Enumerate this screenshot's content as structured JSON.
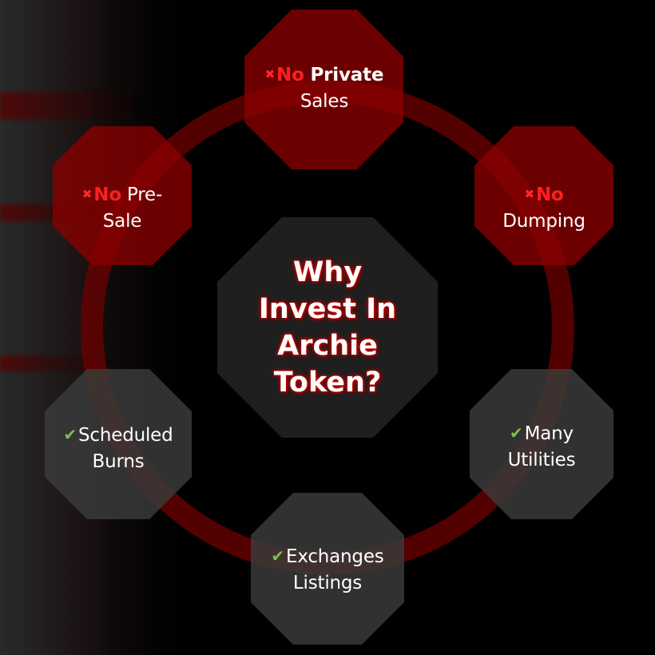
{
  "center": {
    "lines": [
      "Why",
      "Invest In",
      "Archie",
      "Token?"
    ]
  },
  "nodes": {
    "private_sales": {
      "mark": "✖",
      "highlight": "No",
      "rest": " Private",
      "line2": "Sales"
    },
    "no_dumping": {
      "mark": "✖",
      "highlight": "No",
      "line2": "Dumping"
    },
    "pre_sale": {
      "mark": "✖",
      "highlight": "No",
      "rest": " Pre-",
      "line2": "Sale"
    },
    "scheduled_burns": {
      "mark": "✔",
      "line1": "Scheduled",
      "line2": "Burns"
    },
    "many_utilities": {
      "mark": "✔",
      "line1": "Many",
      "line2": "Utilities"
    },
    "exchanges_listings": {
      "mark": "✔",
      "line1": "Exchanges",
      "line2": "Listings"
    }
  },
  "colors": {
    "background": "#000000",
    "ring": "#6e0000",
    "negative_fill": "#8a0000",
    "positive_fill": "#3c3c3c",
    "center_fill": "#222222",
    "cross": "#ff2a2a",
    "check": "#7cc04a"
  }
}
